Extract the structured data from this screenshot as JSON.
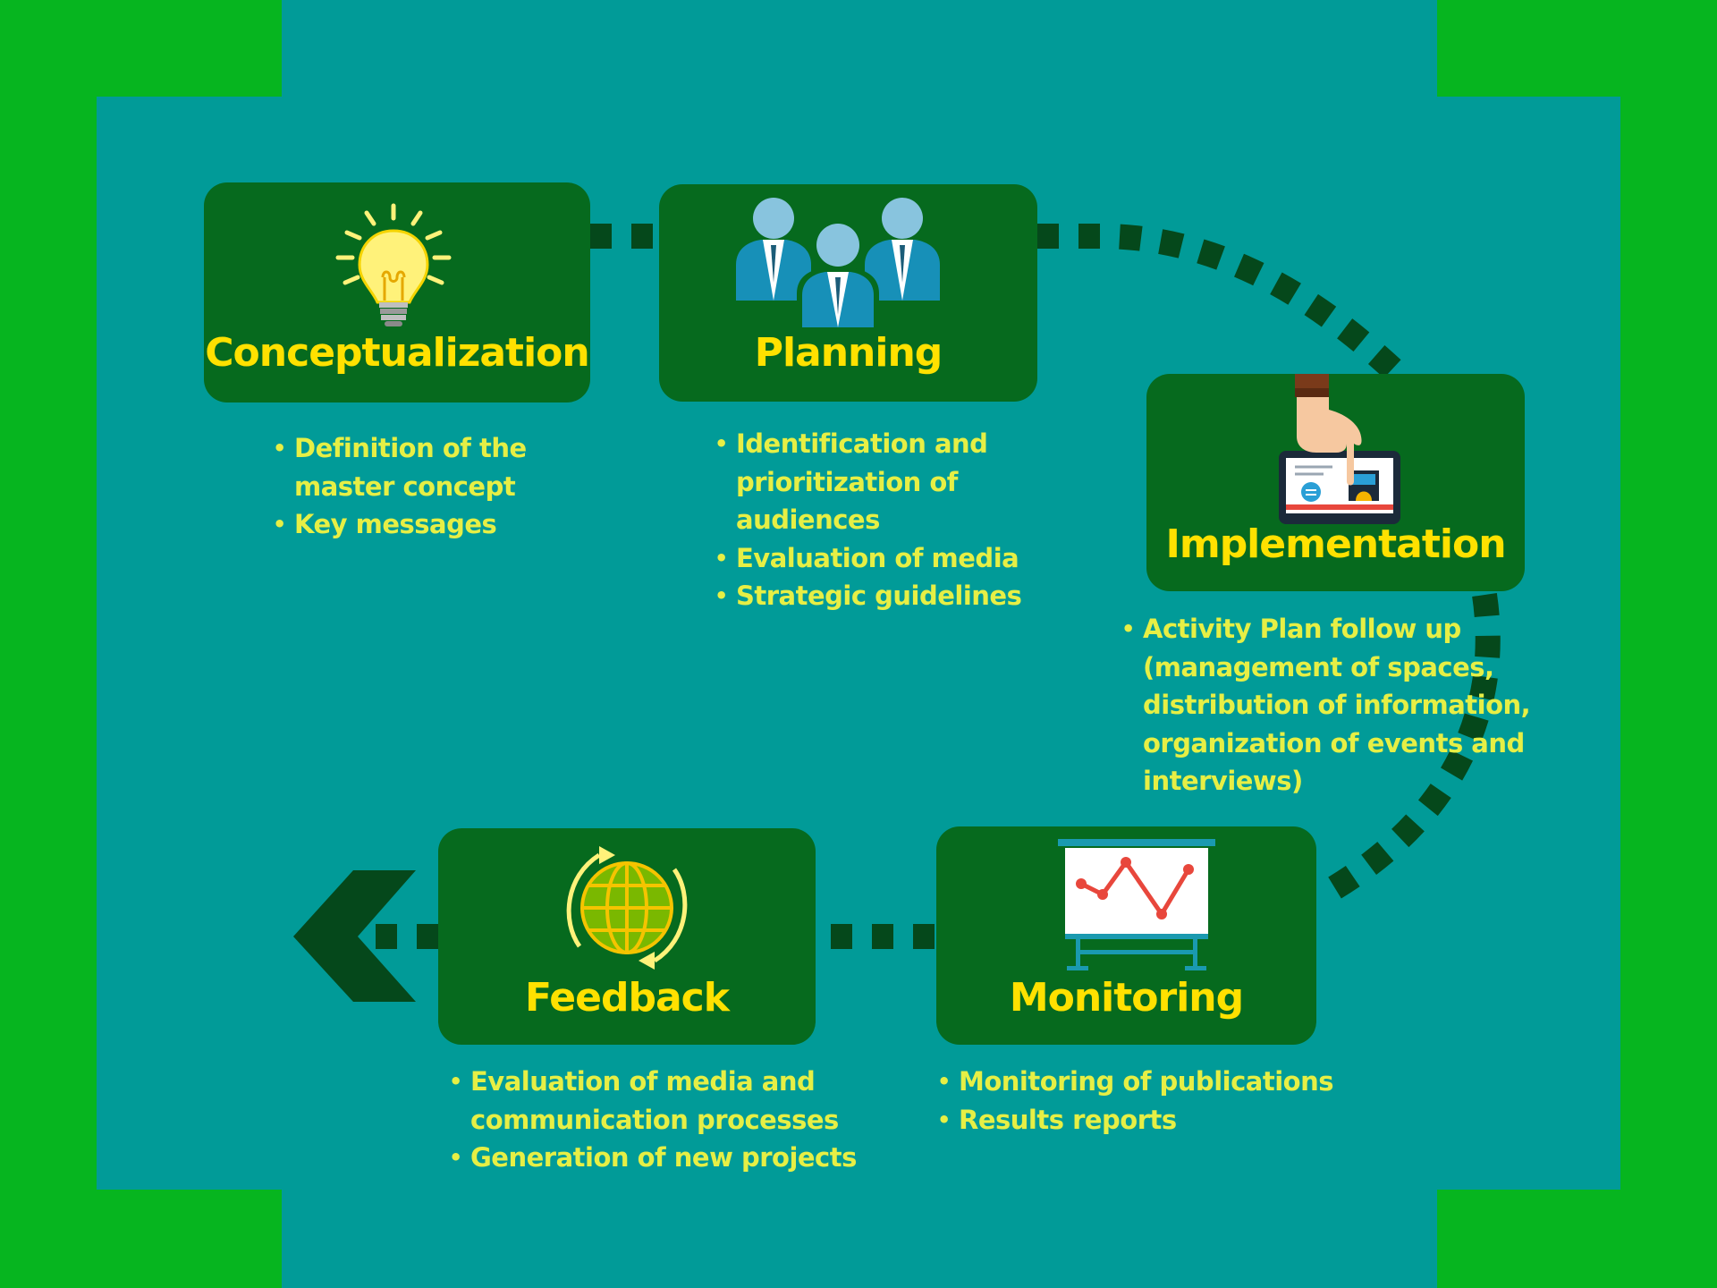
{
  "colors": {
    "outer_green": "#06b51f",
    "teal": "#019b98",
    "card_green": "#066a1e",
    "dash_green": "#05481b",
    "title_yellow": "#ffe100",
    "bullet_yellow": "#e6ef45"
  },
  "stages": [
    {
      "title": "Conceptualization",
      "icon": "lightbulb-icon",
      "bullets": [
        "Definition of the\nmaster concept",
        "Key messages"
      ]
    },
    {
      "title": "Planning",
      "icon": "team-people-icon",
      "bullets": [
        "Identification and\nprioritization of\naudiences",
        "Evaluation of media",
        "Strategic guidelines"
      ]
    },
    {
      "title": "Implementation",
      "icon": "hand-tablet-icon",
      "bullets": [
        "Activity Plan follow up\n(management of spaces,\ndistribution of information,\norganization of events and\ninterviews)"
      ]
    },
    {
      "title": "Monitoring",
      "icon": "presentation-chart-icon",
      "bullets": [
        "Monitoring of publications",
        "Results reports"
      ]
    },
    {
      "title": "Feedback",
      "icon": "globe-cycle-icon",
      "bullets": [
        "Evaluation of media and\ncommunication processes",
        "Generation of new projects"
      ]
    }
  ]
}
